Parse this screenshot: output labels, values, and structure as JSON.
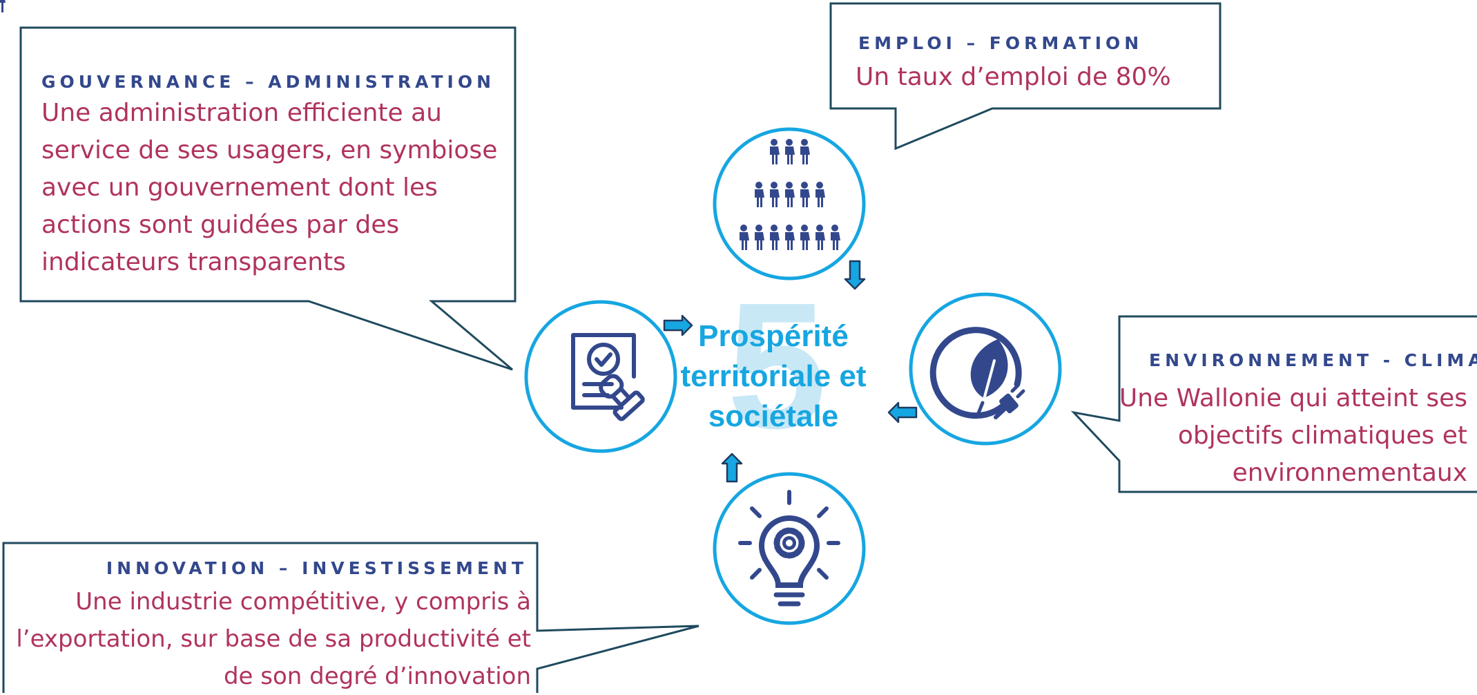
{
  "center": {
    "number": "5",
    "title_lines": [
      "Prospérité",
      "territoriale et",
      "sociétale"
    ]
  },
  "boxes": {
    "gouvernance": {
      "title": "GOUVERNANCE – ADMINISTRATION",
      "lines": [
        "Une administration efficiente au",
        "service de ses usagers, en symbiose",
        "avec un gouvernement dont les",
        "actions sont guidées par des",
        "indicateurs transparents"
      ]
    },
    "emploi": {
      "title": "EMPLOI – FORMATION",
      "lines": [
        "Un taux d’emploi de 80%"
      ]
    },
    "environnement": {
      "title": "ENVIRONNEMENT - CLIMAT",
      "lines": [
        "Une Wallonie qui atteint ses",
        "objectifs climatiques et",
        "environnementaux"
      ]
    },
    "innovation": {
      "title": "INNOVATION – INVESTISSEMENT",
      "lines": [
        "Une industrie compétitive, y compris à",
        "l’exportation, sur base de sa productivité et",
        "de son degré d’innovation"
      ]
    }
  },
  "icons": {
    "gouvernance": "document-stamp-icon",
    "emploi": "people-pyramid-icon",
    "environnement": "leaf-plug-icon",
    "innovation": "lightbulb-gear-icon"
  },
  "colors": {
    "box_border": "#1f4a5e",
    "title": "#33488c",
    "description": "#b0335f",
    "circle": "#16a6e1",
    "icon": "#33488c",
    "arrow_fill": "#16a6e1",
    "arrow_stroke": "#1f3a5e",
    "center_number": "#c9e8f6"
  }
}
